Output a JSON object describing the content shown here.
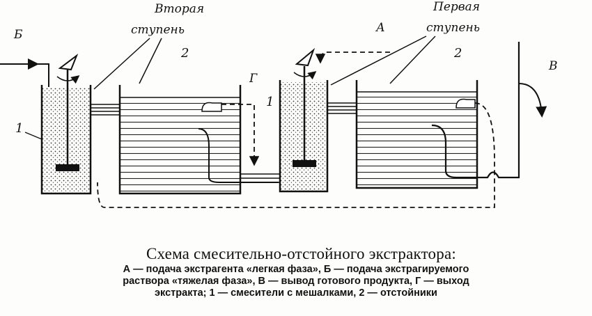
{
  "diagram": {
    "labels": {
      "B_feed": "Б",
      "second_stage": [
        "Вторая",
        "ступень"
      ],
      "first_stage": [
        "Первая",
        "ступень"
      ],
      "settler_left": "2",
      "settler_right": "2",
      "mixer_left": "1",
      "mixer_right": "1",
      "G_extract": "Г",
      "A_feed": "А",
      "V_output": "В"
    }
  },
  "caption": {
    "title": "Схема смесительно-отстойного экстрактора:",
    "lines": [
      "А — подача экстрагента «легкая фаза», Б — подача экстрагируемого",
      "раствора «тяжелая фаза», В — вывод готового продукта, Г — выход",
      "экстракта; 1 — смесители с мешалками, 2 — отстойники"
    ]
  }
}
